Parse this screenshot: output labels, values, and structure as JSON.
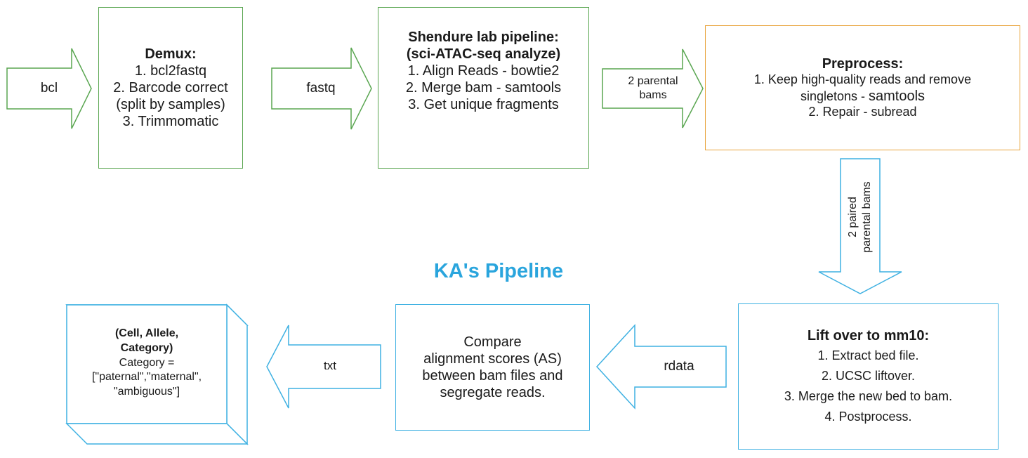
{
  "title": "KA's  Pipeline",
  "arrows": {
    "a1": "bcl",
    "a2": "fastq",
    "a3_line1": "2 parental",
    "a3_line2": "bams",
    "a4_line1": "2 paired",
    "a4_line2": "parental bams",
    "a5": "rdata",
    "a6": "txt"
  },
  "boxes": {
    "demux": {
      "heading": "Demux:",
      "lines": [
        "1. bcl2fastq",
        "2. Barcode correct",
        "(split by samples)",
        "3. Trimmomatic"
      ]
    },
    "shendure": {
      "heading1": "Shendure lab pipeline:",
      "heading2": "(sci-ATAC-seq analyze)",
      "lines": [
        "1. Align Reads - bowtie2",
        "2. Merge bam - samtools",
        "3. Get unique fragments"
      ]
    },
    "preprocess": {
      "heading": "Preprocess:",
      "line1": "1. Keep high-quality reads and remove",
      "line2a": "singletons  - ",
      "line2b": "samtools",
      "line3": "2. Repair - subread"
    },
    "liftover": {
      "heading": "Lift over to mm10:",
      "lines": [
        "1. Extract bed file.",
        "2. UCSC liftover.",
        "3. Merge the new bed to bam.",
        "4. Postprocess."
      ]
    },
    "compare": {
      "lines": [
        "Compare",
        "alignment scores (AS)",
        "between bam files and",
        "segregate reads."
      ]
    },
    "output": {
      "heading1": "(Cell, Allele,",
      "heading2": "Category)",
      "lines": [
        "Category =",
        "[\"paternal\",\"maternal\",",
        "\"ambiguous\"]"
      ]
    }
  },
  "colors": {
    "green": "#5aa651",
    "orange": "#e8a33a",
    "blue": "#3fb1e2",
    "title": "#2aa5dd"
  }
}
